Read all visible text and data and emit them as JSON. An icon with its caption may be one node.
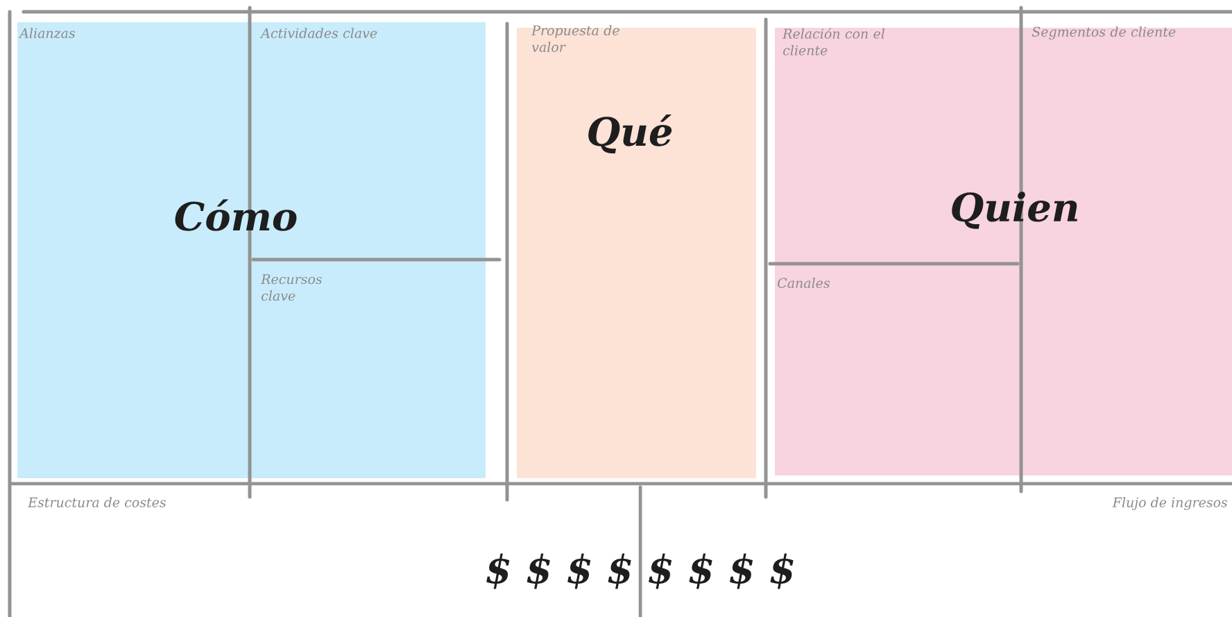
{
  "diagram": {
    "nodes": [
      {
        "text": [
          "Alianzas",
          "Actividades clave",
          "Cómo",
          "Recursos clave"
        ]
      },
      {
        "text": [
          "Propuesta de valor",
          "Qué"
        ]
      },
      {
        "text": [
          "Relación con el cliente",
          "Segmentos de cliente",
          "Quien",
          "Canales"
        ]
      }
    ],
    "labels": [
      "Estructura de costes",
      "Flujo de ingresos",
      "$ $ $ $ $ $ $ $"
    ]
  }
}
